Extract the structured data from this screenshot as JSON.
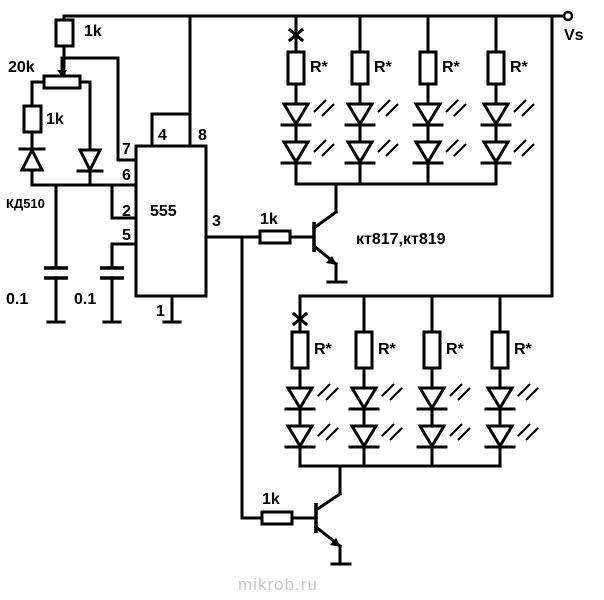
{
  "labels": {
    "r_top": "1k",
    "pot": "20k",
    "r_left": "1k",
    "diode_type": "КД510",
    "c1": "0.1",
    "c2": "0.1",
    "ic": "555",
    "pin4": "4",
    "pin8": "8",
    "pin7": "7",
    "pin6": "6",
    "pin2": "2",
    "pin5": "5",
    "pin3": "3",
    "pin1": "1",
    "r_base1": "1k",
    "r_base2": "1k",
    "transistor": "кт817,кт819",
    "supply": "Vs",
    "led_resistor": "R*",
    "watermark": "mikrob.ru"
  }
}
